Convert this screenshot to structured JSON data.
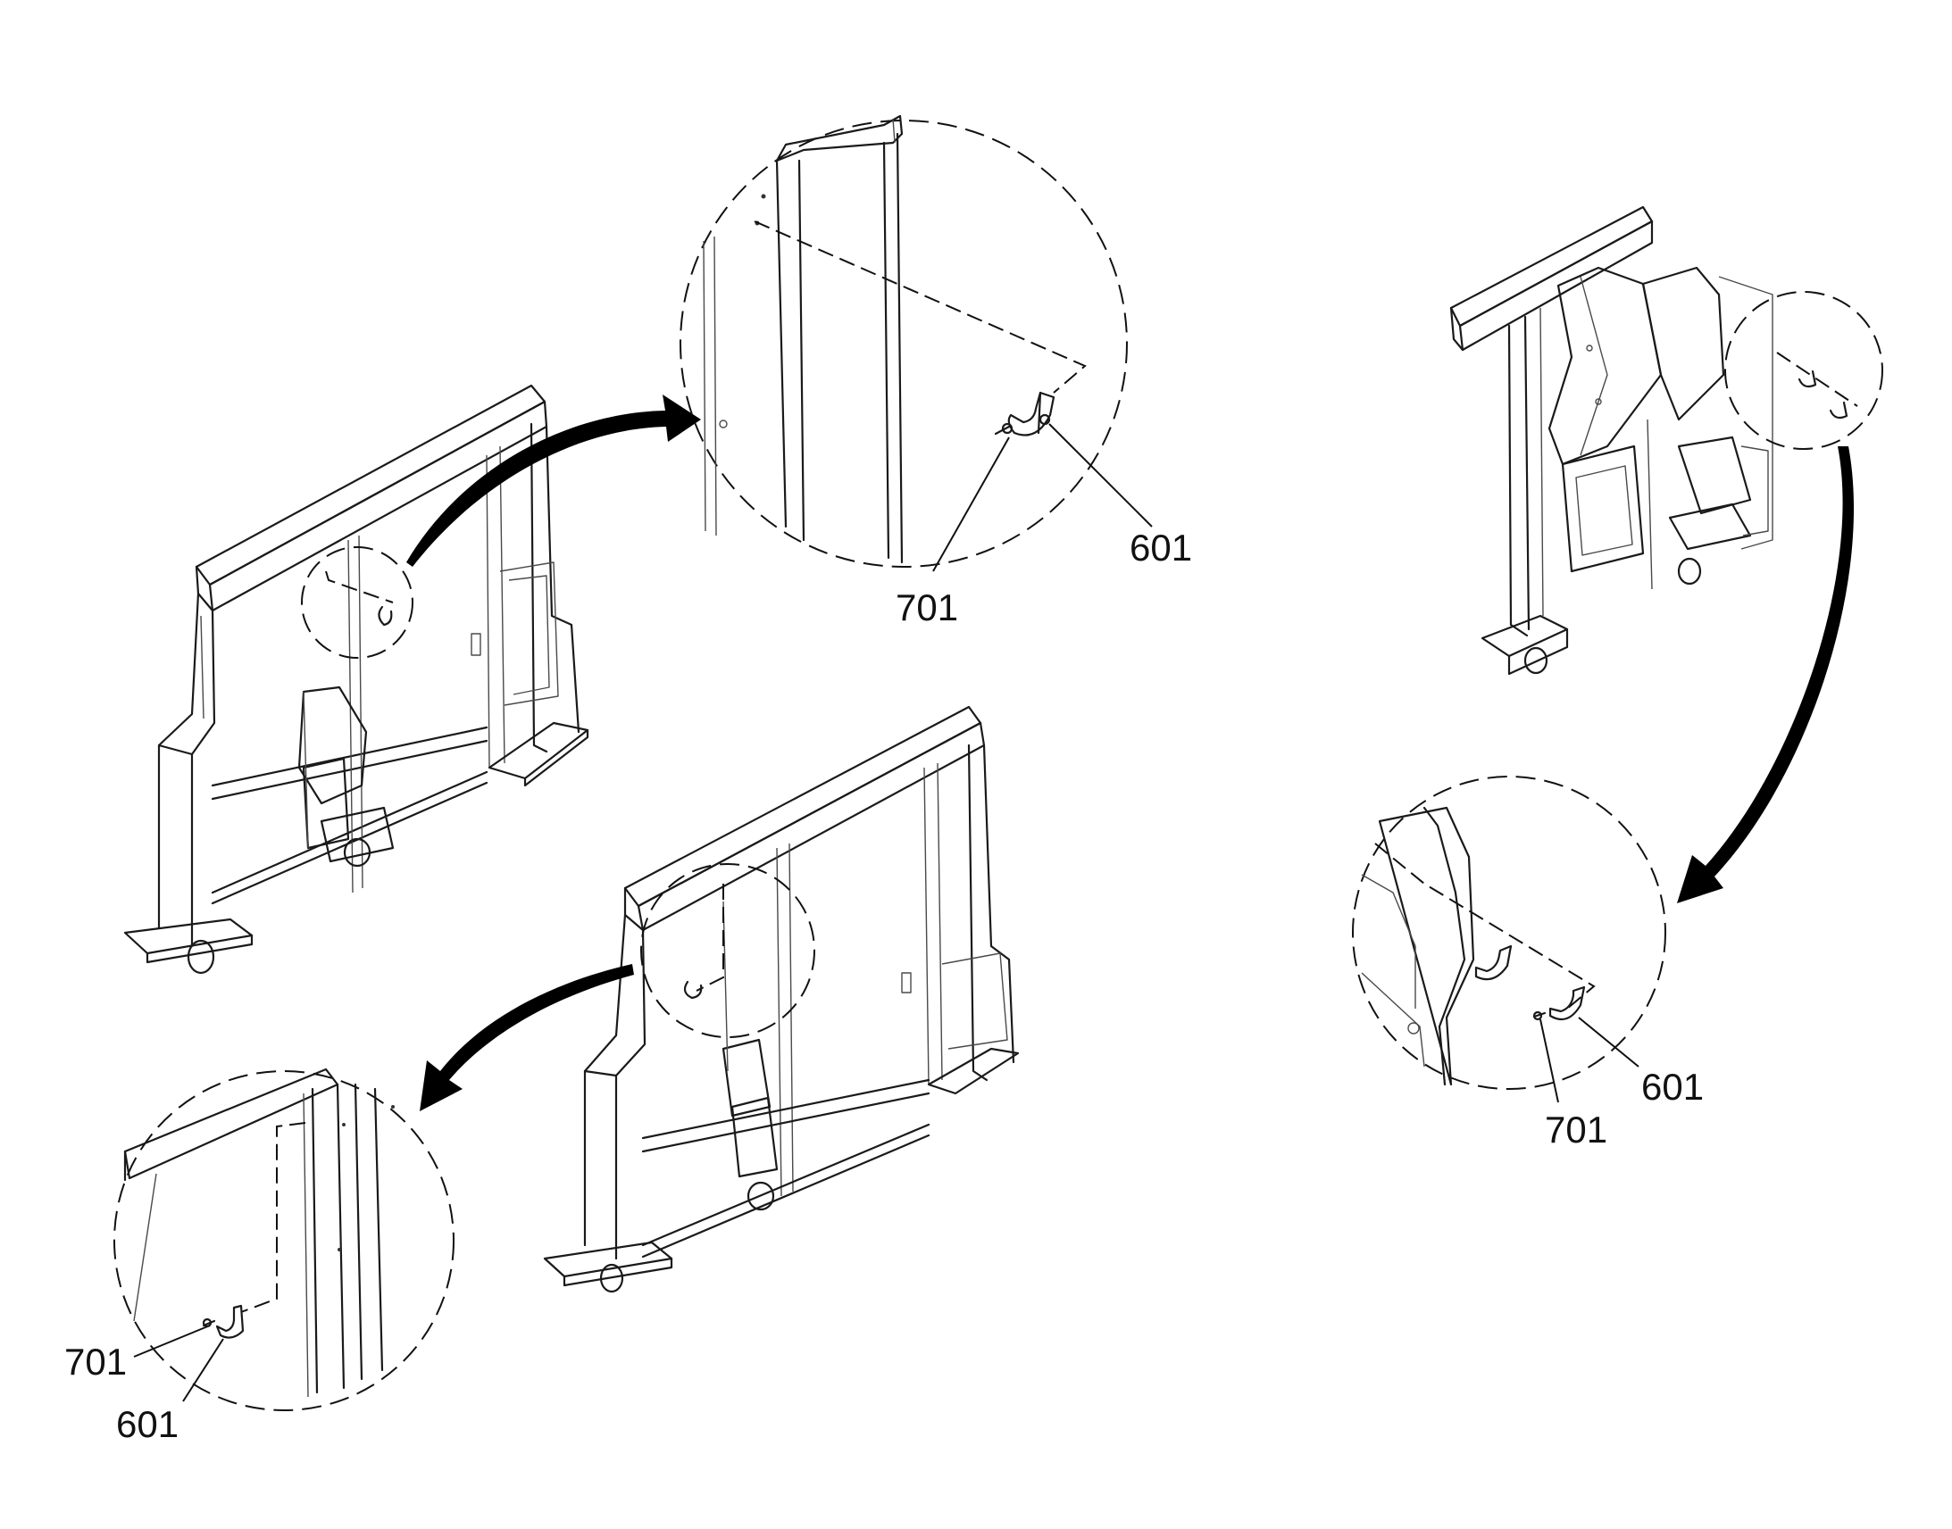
{
  "labels": {
    "top_detail": {
      "part_a": "701",
      "part_b": "601"
    },
    "right_detail": {
      "part_a": "701",
      "part_b": "601"
    },
    "bottom_left_detail": {
      "part_a": "701",
      "part_b": "601"
    }
  }
}
